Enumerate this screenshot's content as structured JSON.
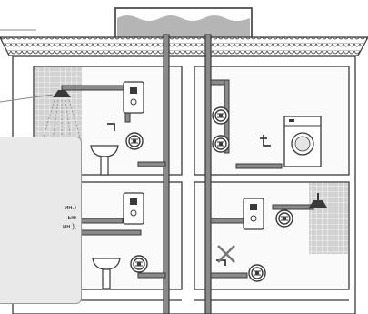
{
  "callout": {
    "lines": [
      "ин.)",
      "ые",
      "ин.),"
    ]
  },
  "colors": {
    "outline": "#3a3a3a",
    "pipe": "#8a8a8a",
    "tile": "#c8c8c8",
    "tank_water": "#b5b5b5",
    "callout_bg": "#e9e9e9",
    "heater_fill": "#ffffff"
  },
  "icons": [
    "water-tank",
    "roof",
    "shower-head",
    "water-heater",
    "circulation-pump",
    "wash-basin",
    "washing-machine",
    "faucet",
    "crossed-valve"
  ]
}
